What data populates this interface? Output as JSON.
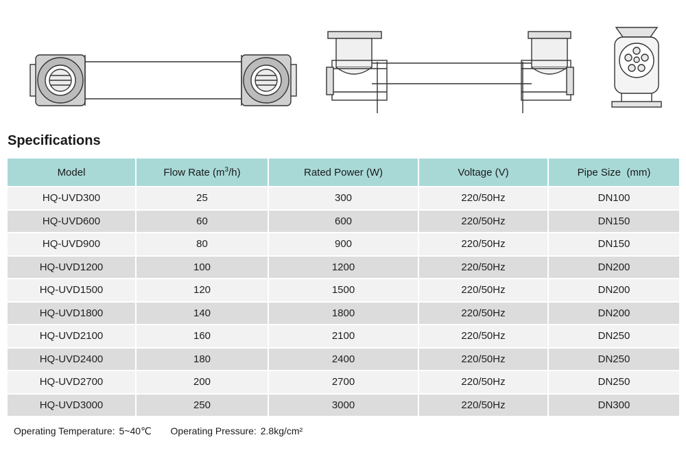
{
  "section_title": "Specifications",
  "table": {
    "headers": [
      {
        "label": "Model"
      },
      {
        "label": "Flow Rate (m",
        "sup": "3",
        "tail": "/h)"
      },
      {
        "label": "Rated Power (W)"
      },
      {
        "label": "Voltage (V)"
      },
      {
        "label": "Pipe Size  (mm)"
      }
    ],
    "rows": [
      [
        "HQ-UVD300",
        "25",
        "300",
        "220/50Hz",
        "DN100"
      ],
      [
        "HQ-UVD600",
        "60",
        "600",
        "220/50Hz",
        "DN150"
      ],
      [
        "HQ-UVD900",
        "80",
        "900",
        "220/50Hz",
        "DN150"
      ],
      [
        "HQ-UVD1200",
        "100",
        "1200",
        "220/50Hz",
        "DN200"
      ],
      [
        "HQ-UVD1500",
        "120",
        "1500",
        "220/50Hz",
        "DN200"
      ],
      [
        "HQ-UVD1800",
        "140",
        "1800",
        "220/50Hz",
        "DN200"
      ],
      [
        "HQ-UVD2100",
        "160",
        "2100",
        "220/50Hz",
        "DN250"
      ],
      [
        "HQ-UVD2400",
        "180",
        "2400",
        "220/50Hz",
        "DN250"
      ],
      [
        "HQ-UVD2700",
        "200",
        "2700",
        "220/50Hz",
        "DN250"
      ],
      [
        "HQ-UVD3000",
        "250",
        "3000",
        "220/50Hz",
        "DN300"
      ]
    ]
  },
  "footer": {
    "temp_label": "Operating Temperature:",
    "temp_value": "5~40℃",
    "pressure_label": "Operating Pressure:",
    "pressure_value": "2.8kg/cm²"
  }
}
